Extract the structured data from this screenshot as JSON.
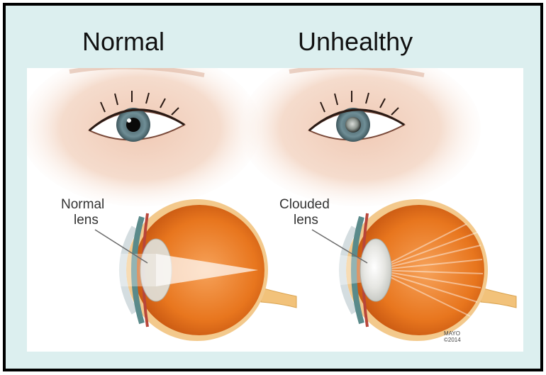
{
  "headings": {
    "left": "Normal",
    "right": "Unhealthy"
  },
  "labels": {
    "normal_line1": "Normal",
    "normal_line2": "lens",
    "clouded_line1": "Clouded",
    "clouded_line2": "lens"
  },
  "credit": {
    "line1": "MAYO",
    "line2": "©2014"
  },
  "colors": {
    "frame_bg": "#dcefef",
    "frame_border": "#000000",
    "skin": "#f2d2c0",
    "iris": "#5d7d86",
    "eyeball_orange": "#e8761e",
    "sclera_rim": "#f3c98c"
  }
}
